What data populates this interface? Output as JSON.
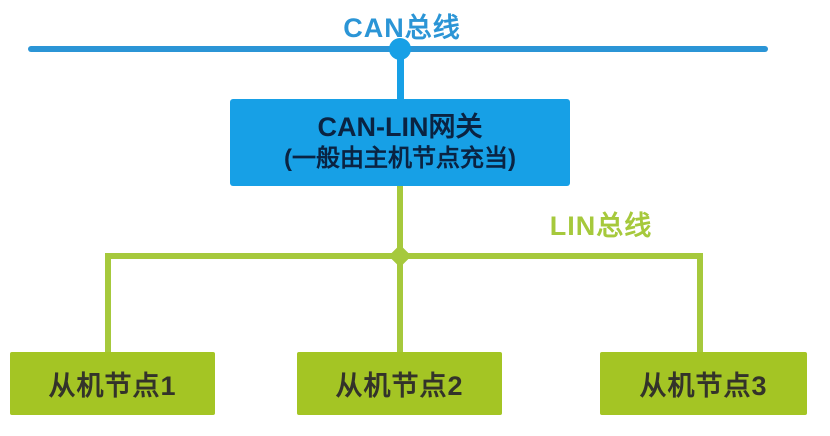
{
  "diagram": {
    "title_context": "CAN-LIN network topology",
    "can_bus": {
      "label": "CAN总线"
    },
    "gateway": {
      "title": "CAN-LIN网关",
      "subtitle": "(一般由主机节点充当)"
    },
    "lin_bus": {
      "label": "LIN总线"
    },
    "slave_nodes": [
      {
        "label": "从机节点1"
      },
      {
        "label": "从机节点2"
      },
      {
        "label": "从机节点3"
      }
    ],
    "colors": {
      "can_blue": "#2b95d6",
      "box_blue": "#17a0e6",
      "gateway_text": "#0a2342",
      "lin_green": "#a6c93c",
      "box_green": "#a4c524",
      "slave_text": "#33332a",
      "background": "#ffffff"
    }
  }
}
